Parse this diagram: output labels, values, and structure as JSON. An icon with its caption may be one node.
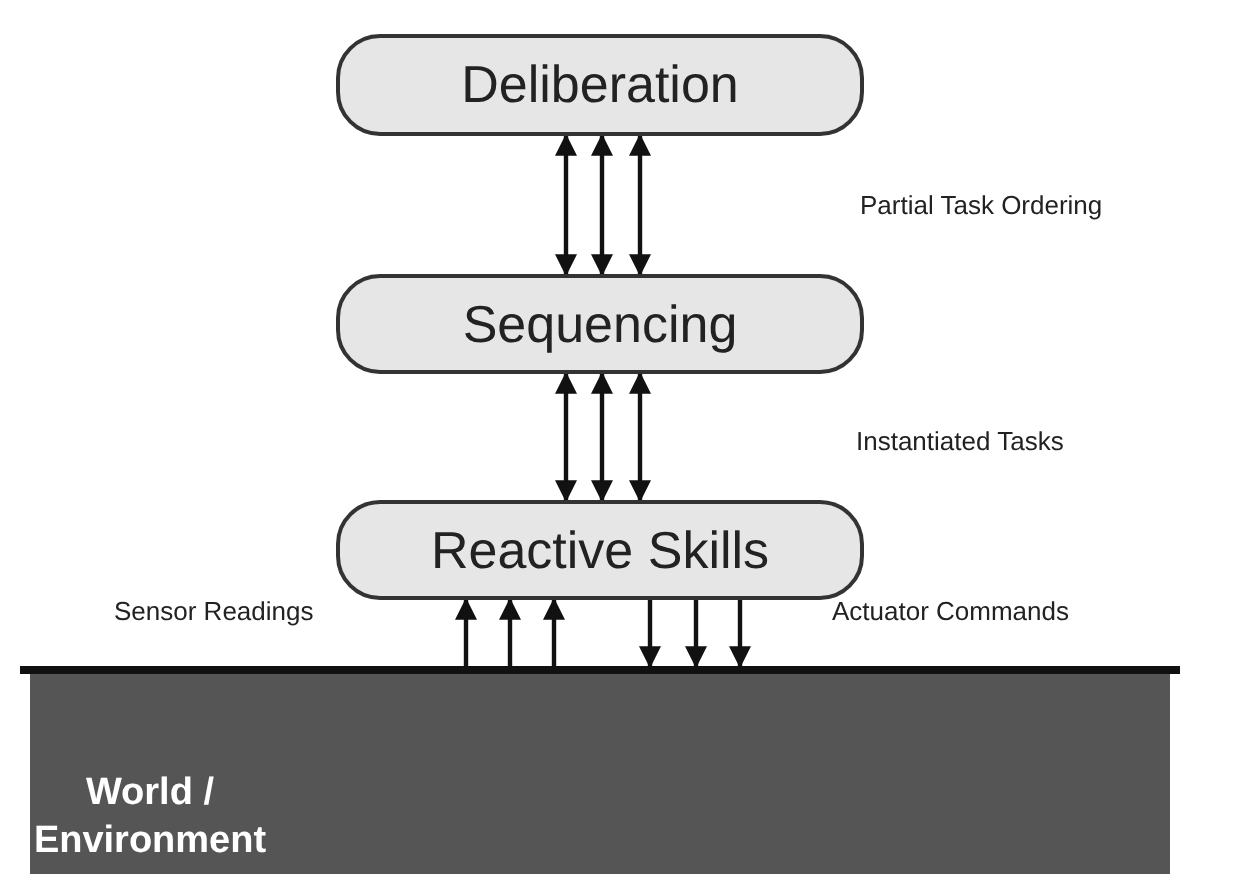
{
  "diagram": {
    "nodes": [
      {
        "text": [
          "Deliberation"
        ]
      },
      {
        "text": [
          "Sequencing"
        ]
      },
      {
        "text": [
          "Reactive Skills"
        ]
      },
      {
        "text": [
          "World / Environment"
        ]
      }
    ],
    "edges": [
      {
        "from": 0,
        "to": 1,
        "arrow": "both"
      },
      {
        "from": 0,
        "to": 1,
        "arrow": "both"
      },
      {
        "from": 0,
        "to": 1,
        "arrow": "both"
      },
      {
        "from": 1,
        "to": 2,
        "arrow": "both"
      },
      {
        "from": 1,
        "to": 2,
        "arrow": "both"
      },
      {
        "from": 1,
        "to": 2,
        "arrow": "both"
      },
      {
        "from": 3,
        "to": 2,
        "arrow": "to"
      },
      {
        "from": 3,
        "to": 2,
        "arrow": "to"
      },
      {
        "from": 3,
        "to": 2,
        "arrow": "to"
      },
      {
        "from": 2,
        "to": 3,
        "arrow": "to"
      },
      {
        "from": 2,
        "to": 3,
        "arrow": "to"
      },
      {
        "from": 2,
        "to": 3,
        "arrow": "to"
      }
    ],
    "labels": [
      "Partial Task Ordering",
      "Instantiated Tasks",
      "Sensor Readings",
      "Actuator Commands"
    ]
  }
}
